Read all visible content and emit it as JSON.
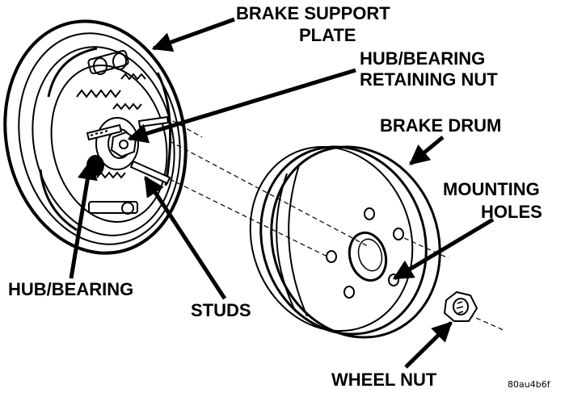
{
  "labels": {
    "brake_support_plate_line1": "BRAKE SUPPORT",
    "brake_support_plate_line2": "PLATE",
    "hub_bearing_retaining_nut_line1": "HUB/BEARING",
    "hub_bearing_retaining_nut_line2": "RETAINING NUT",
    "brake_drum": "BRAKE DRUM",
    "mounting_holes_line1": "MOUNTING",
    "mounting_holes_line2": "HOLES",
    "hub_bearing": "HUB/BEARING",
    "studs": "STUDS",
    "wheel_nut": "WHEEL NUT",
    "figure_code": "80au4b6f"
  },
  "colors": {
    "ink": "#000000",
    "paper": "#ffffff"
  }
}
